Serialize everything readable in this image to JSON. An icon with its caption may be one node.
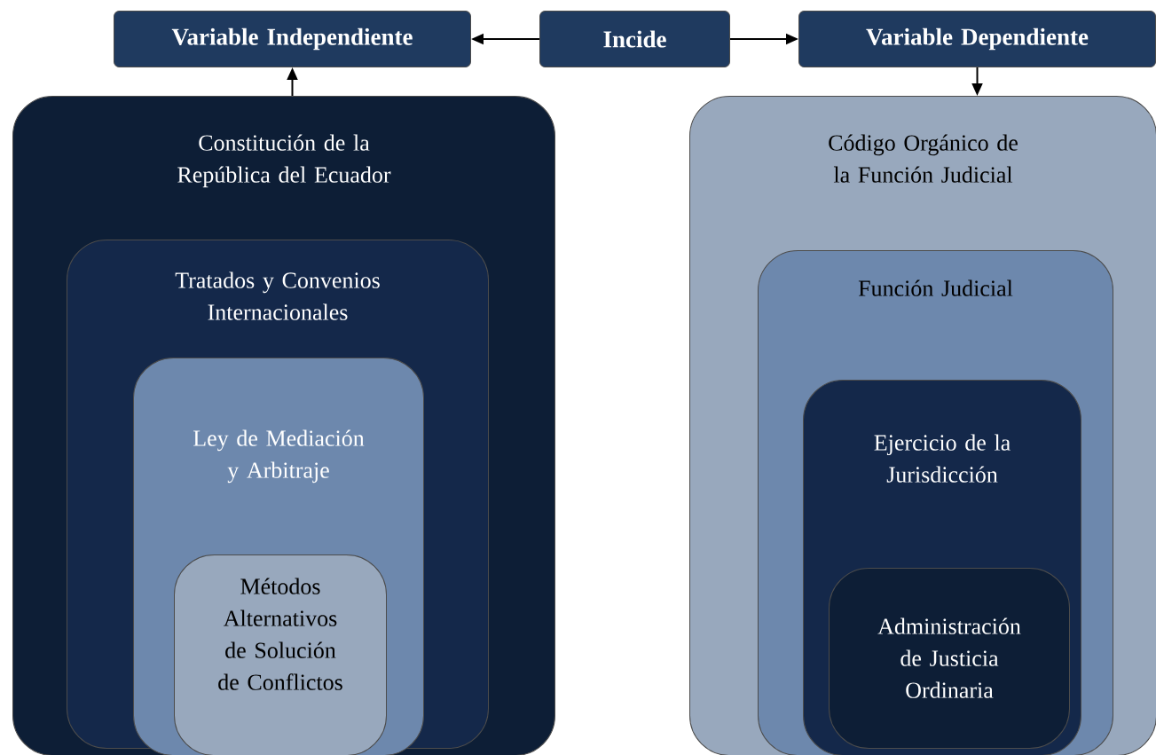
{
  "diagram": {
    "nodes": [
      {
        "text": [
          "Variable Independiente"
        ]
      },
      {
        "text": [
          "Incide"
        ]
      },
      {
        "text": [
          "Variable Dependiente"
        ]
      },
      {
        "text": [
          "Constitución de la República del Ecuador"
        ]
      },
      {
        "text": [
          "Tratados y Convenios Internacionales"
        ],
        "in": 3
      },
      {
        "text": [
          "Ley de Mediación y Arbitraje"
        ],
        "in": 4
      },
      {
        "text": [
          "Métodos Alternativos de Solución de Conflictos"
        ],
        "in": 5
      },
      {
        "text": [
          "Código Orgánico de la Función Judicial"
        ]
      },
      {
        "text": [
          "Función Judicial"
        ],
        "in": 7
      },
      {
        "text": [
          "Ejercicio de la Jurisdicción"
        ],
        "in": 8
      },
      {
        "text": [
          "Administración de Justicia Ordinaria"
        ],
        "in": 9
      }
    ],
    "edges": [
      {
        "from": 1,
        "to": 0,
        "arrow": "to"
      },
      {
        "from": 1,
        "to": 2,
        "arrow": "to"
      },
      {
        "from": 3,
        "to": 0,
        "arrow": "to"
      },
      {
        "from": 2,
        "to": 7,
        "arrow": "to"
      }
    ]
  }
}
